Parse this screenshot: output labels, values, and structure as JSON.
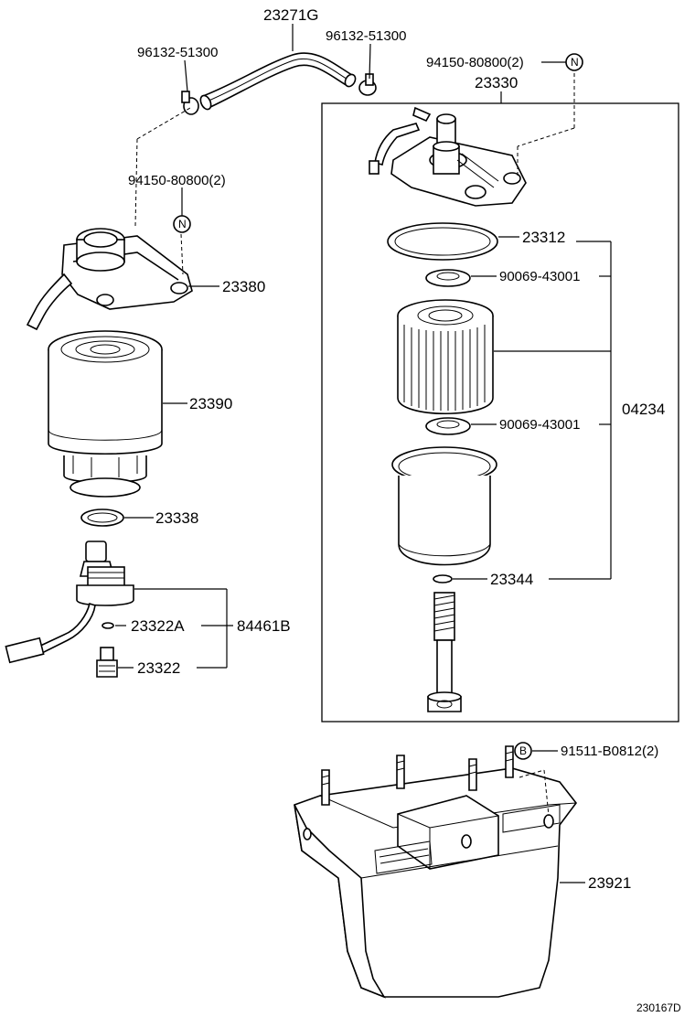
{
  "labels": {
    "hose": "23271G",
    "clip_left": "96132-51300",
    "clip_right": "96132-51300",
    "bolt_top": "94150-80800(2)",
    "bolt_top_mark": "N",
    "head_assy": "23330",
    "bolt_left": "94150-80800(2)",
    "bolt_left_mark": "N",
    "filter_head_left": "23380",
    "filter_left": "23390",
    "gasket_left": "23338",
    "sensor_assy": "84461B",
    "sensor_oring": "23322A",
    "sensor": "23322",
    "gasket_right": "23312",
    "oring_upper": "90069-43001",
    "element": "04234",
    "oring_lower": "90069-43001",
    "oring_small": "23344",
    "bolt_bracket": "91511-B0812(2)",
    "bolt_bracket_mark": "B",
    "bracket": "23921",
    "drawing_no": "230167D"
  }
}
